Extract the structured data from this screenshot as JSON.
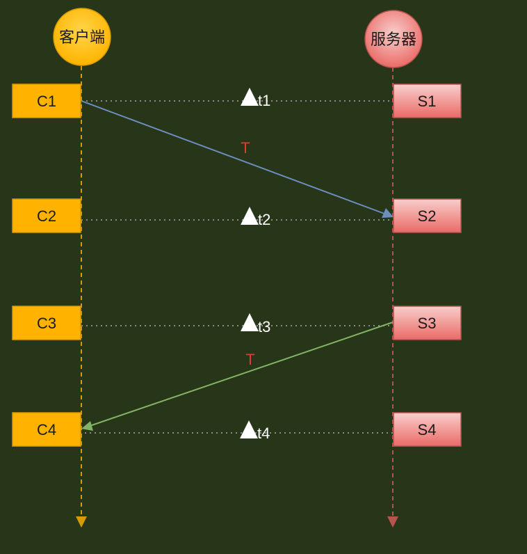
{
  "actors": {
    "client": {
      "label": "客户端",
      "fill": "#ffcd28",
      "stroke": "#d79b00",
      "line": "#d79b00"
    },
    "server": {
      "label": "服务器",
      "fill": "#f19c99",
      "stroke": "#b85450",
      "line": "#b85450"
    }
  },
  "client_boxes": [
    "C1",
    "C2",
    "C3",
    "C4"
  ],
  "server_boxes": [
    "S1",
    "S2",
    "S3",
    "S4"
  ],
  "time_markers": [
    "t1",
    "t2",
    "t3",
    "t4"
  ],
  "messages": [
    {
      "label": "T",
      "from": "C1",
      "to": "S2",
      "color": "#6c8ebf"
    },
    {
      "label": "T",
      "from": "S3",
      "to": "C4",
      "color": "#82b366"
    }
  ],
  "colors": {
    "background": "#273518",
    "client_box": "#ffb300",
    "client_box_stroke": "#d79b00",
    "server_box_top": "#f8cecc",
    "server_box_bottom": "#ea6b66",
    "server_box_stroke": "#b85450",
    "dotted_line": "#8a8a8a",
    "message_label": "#e53935",
    "marker": "#ffffff"
  }
}
